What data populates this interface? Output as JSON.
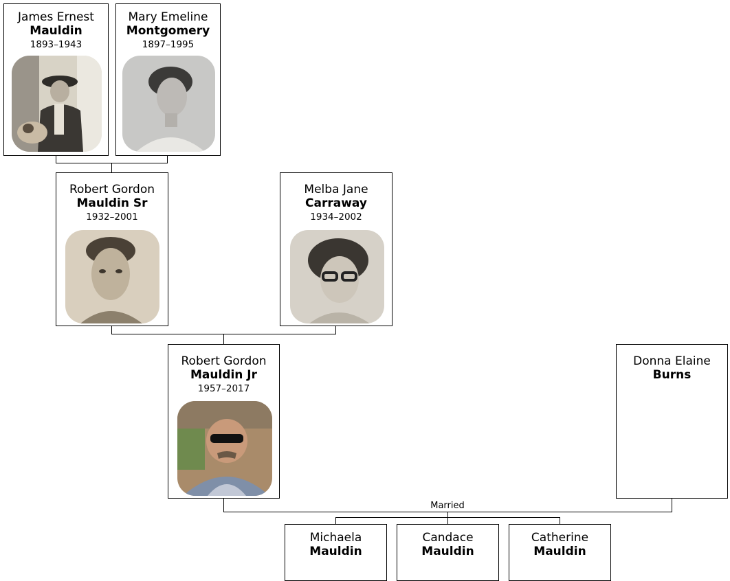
{
  "people": [
    {
      "id": "p1",
      "given": "James Ernest",
      "surname": "Mauldin",
      "dates": "1893–1943",
      "photo": "man-in-hat-with-dog-photo"
    },
    {
      "id": "p2",
      "given": "Mary Emeline",
      "surname": "Montgomery",
      "dates": "1897–1995",
      "photo": "woman-portrait-photo"
    },
    {
      "id": "p3",
      "given": "Robert Gordon",
      "surname": "Mauldin Sr",
      "dates": "1932–2001",
      "photo": "young-man-portrait-photo"
    },
    {
      "id": "p4",
      "given": "Melba Jane",
      "surname": "Carraway",
      "dates": "1934–2002",
      "photo": "woman-with-glasses-photo"
    },
    {
      "id": "p5",
      "given": "Robert Gordon",
      "surname": "Mauldin Jr",
      "dates": "1957–2017",
      "photo": "man-with-sunglasses-photo"
    },
    {
      "id": "p6",
      "given": "Donna Elaine",
      "surname": "Burns",
      "dates": ""
    },
    {
      "id": "p7",
      "given": "Michaela",
      "surname": "Mauldin",
      "dates": ""
    },
    {
      "id": "p8",
      "given": "Candace",
      "surname": "Mauldin",
      "dates": ""
    },
    {
      "id": "p9",
      "given": "Catherine",
      "surname": "Mauldin",
      "dates": ""
    }
  ],
  "relationship_label": "Married"
}
